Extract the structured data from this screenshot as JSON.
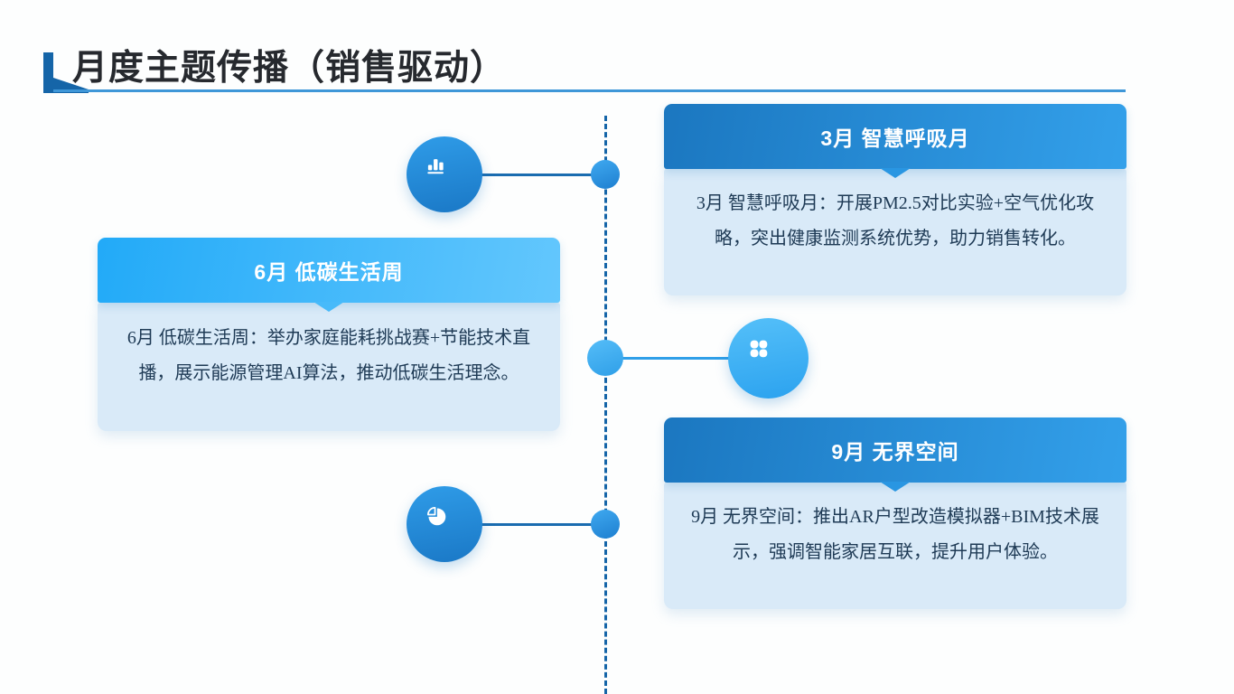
{
  "slide": {
    "title": "月度主题传播（销售驱动）"
  },
  "colors": {
    "title_text": "#26292e",
    "accent_dark_blue": "#1565a8",
    "title_underline": "#3f97d8",
    "timeline_dash": "#1565a8",
    "header_gradient_dark": [
      "#1b77c0",
      "#33a0ea"
    ],
    "header_gradient_light": [
      "#22aaf8",
      "#63c7fd"
    ],
    "card_body_background": "#d9eaf8",
    "card_body_text": "#1e3a55",
    "icon_circle_dark": [
      "#2f9ce8",
      "#1a78c6"
    ],
    "icon_circle_light": [
      "#55c0f9",
      "#2ba2ef"
    ]
  },
  "timeline": {
    "markers": [
      {
        "icon": "bar-chart-icon",
        "side": "left"
      },
      {
        "icon": "clover-icon",
        "side": "right"
      },
      {
        "icon": "pie-chart-icon",
        "side": "left"
      }
    ]
  },
  "cards": [
    {
      "id": "march",
      "month_title": "3月 智慧呼吸月",
      "body": "3月 智慧呼吸月：开展PM2.5对比实验+空气优化攻略，突出健康监测系统优势，助力销售转化。",
      "side": "right",
      "header_style": "dark",
      "icon": "bar-chart-icon"
    },
    {
      "id": "june",
      "month_title": "6月 低碳生活周",
      "body": "6月 低碳生活周：举办家庭能耗挑战赛+节能技术直播，展示能源管理AI算法，推动低碳生活理念。",
      "side": "left",
      "header_style": "light",
      "icon": "clover-icon"
    },
    {
      "id": "september",
      "month_title": "9月 无界空间",
      "body": "9月 无界空间：推出AR户型改造模拟器+BIM技术展示，强调智能家居互联，提升用户体验。",
      "side": "right",
      "header_style": "dark",
      "icon": "pie-chart-icon"
    }
  ]
}
